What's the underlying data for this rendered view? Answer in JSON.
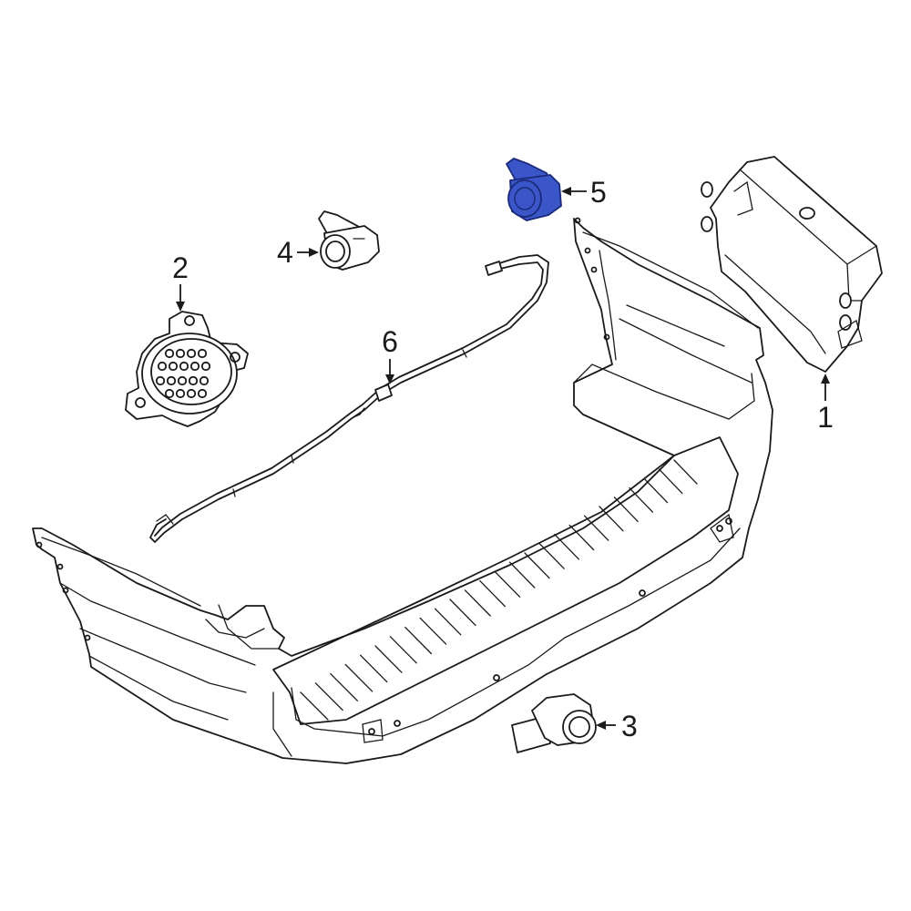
{
  "colors": {
    "line": "#1a1a1a",
    "background": "#ffffff",
    "highlight_fill": "#3a56c8",
    "highlight_stroke": "#1a2a7a"
  },
  "callouts": [
    {
      "id": "1",
      "label": "1",
      "part": "control-module"
    },
    {
      "id": "2",
      "label": "2",
      "part": "buzzer"
    },
    {
      "id": "3",
      "label": "3",
      "part": "park-sensor-lower"
    },
    {
      "id": "4",
      "label": "4",
      "part": "park-sensor-upper"
    },
    {
      "id": "5",
      "label": "5",
      "part": "park-sensor-highlighted"
    },
    {
      "id": "6",
      "label": "6",
      "part": "wiring-harness"
    }
  ],
  "highlighted_part": "5"
}
